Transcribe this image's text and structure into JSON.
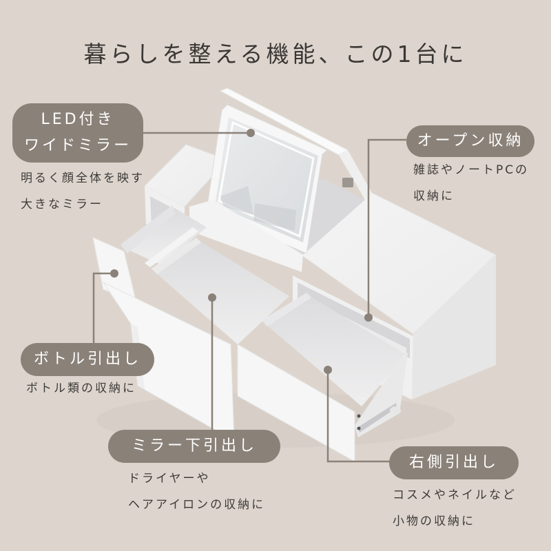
{
  "headline": "暮らしを整える機能、この1台に",
  "colors": {
    "background": "#ddd5cd",
    "pill": "#8a8178",
    "pill_text": "#ffffff",
    "line": "#8a8178",
    "text": "#3a3735"
  },
  "features": [
    {
      "id": "led-mirror",
      "label_lines": [
        "LED付き",
        "ワイドミラー"
      ],
      "desc_lines": [
        "明るく顔全体を映す",
        "大きなミラー"
      ]
    },
    {
      "id": "open-storage",
      "label_lines": [
        "オープン収納"
      ],
      "desc_lines": [
        "雑誌やノートPCの",
        "収納に"
      ]
    },
    {
      "id": "bottle-drawer",
      "label_lines": [
        "ボトル引出し"
      ],
      "desc_lines": [
        "ボトル類の収納に"
      ]
    },
    {
      "id": "under-mirror-drawer",
      "label_lines": [
        "ミラー下引出し"
      ],
      "desc_lines": [
        "ドライヤーや",
        "ヘアアイロンの収納に"
      ]
    },
    {
      "id": "right-drawer",
      "label_lines": [
        "右側引出し"
      ],
      "desc_lines": [
        "コスメやネイルなど",
        "小物の収納に"
      ]
    }
  ]
}
